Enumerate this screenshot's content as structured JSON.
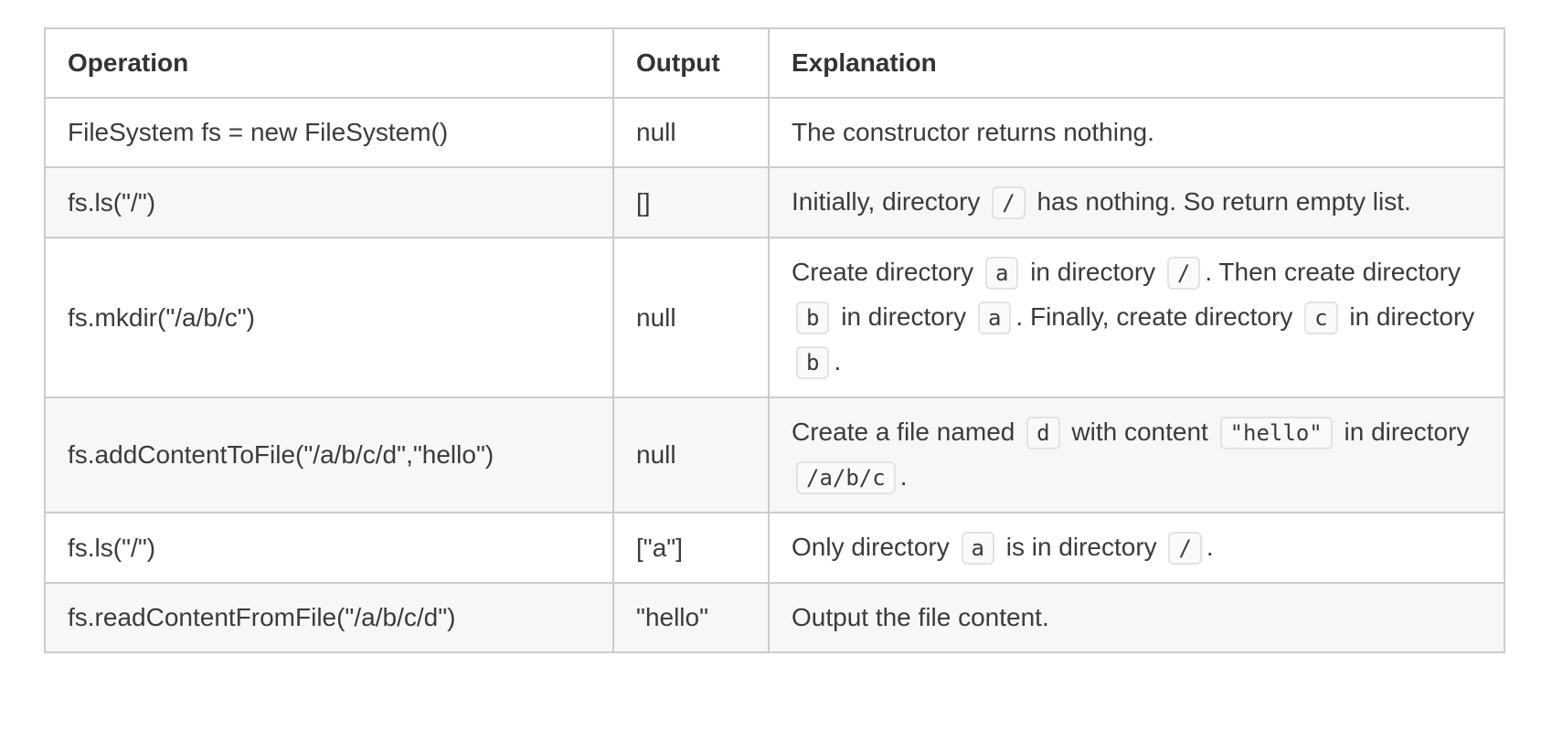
{
  "table": {
    "headers": [
      {
        "label": "Operation"
      },
      {
        "label": "Output"
      },
      {
        "label": "Explanation"
      }
    ],
    "rows": [
      {
        "operation": "FileSystem fs = new FileSystem()",
        "output": "null",
        "explanation": [
          {
            "text": "The constructor returns nothing."
          }
        ]
      },
      {
        "operation": "fs.ls(\"/\")",
        "output": "[]",
        "explanation": [
          {
            "text": "Initially, directory "
          },
          {
            "code": "/"
          },
          {
            "text": " has nothing. So return empty list."
          }
        ]
      },
      {
        "operation": "fs.mkdir(\"/a/b/c\")",
        "output": "null",
        "explanation": [
          {
            "text": "Create directory "
          },
          {
            "code": "a"
          },
          {
            "text": " in directory "
          },
          {
            "code": "/"
          },
          {
            "text": ". Then create directory "
          },
          {
            "code": "b"
          },
          {
            "text": " in directory "
          },
          {
            "code": "a"
          },
          {
            "text": ". Finally, create directory "
          },
          {
            "code": "c"
          },
          {
            "text": " in directory "
          },
          {
            "code": "b"
          },
          {
            "text": "."
          }
        ]
      },
      {
        "operation": "fs.addContentToFile(\"/a/b/c/d\",\"hello\")",
        "output": "null",
        "explanation": [
          {
            "text": "Create a file named "
          },
          {
            "code": "d"
          },
          {
            "text": " with content "
          },
          {
            "code": "\"hello\""
          },
          {
            "text": " in directory "
          },
          {
            "code": "/a/b/c"
          },
          {
            "text": "."
          }
        ]
      },
      {
        "operation": "fs.ls(\"/\")",
        "output": "[\"a\"]",
        "explanation": [
          {
            "text": "Only directory "
          },
          {
            "code": "a"
          },
          {
            "text": " is in directory "
          },
          {
            "code": "/"
          },
          {
            "text": "."
          }
        ]
      },
      {
        "operation": "fs.readContentFromFile(\"/a/b/c/d\")",
        "output": "\"hello\"",
        "explanation": [
          {
            "text": "Output the file content."
          }
        ]
      }
    ]
  },
  "colors": {
    "text": "#3b3b3b",
    "border": "#cccccc",
    "row_alt_bg": "#f7f7f7",
    "code_bg": "#fafafa",
    "code_border": "#e3e3e3"
  }
}
